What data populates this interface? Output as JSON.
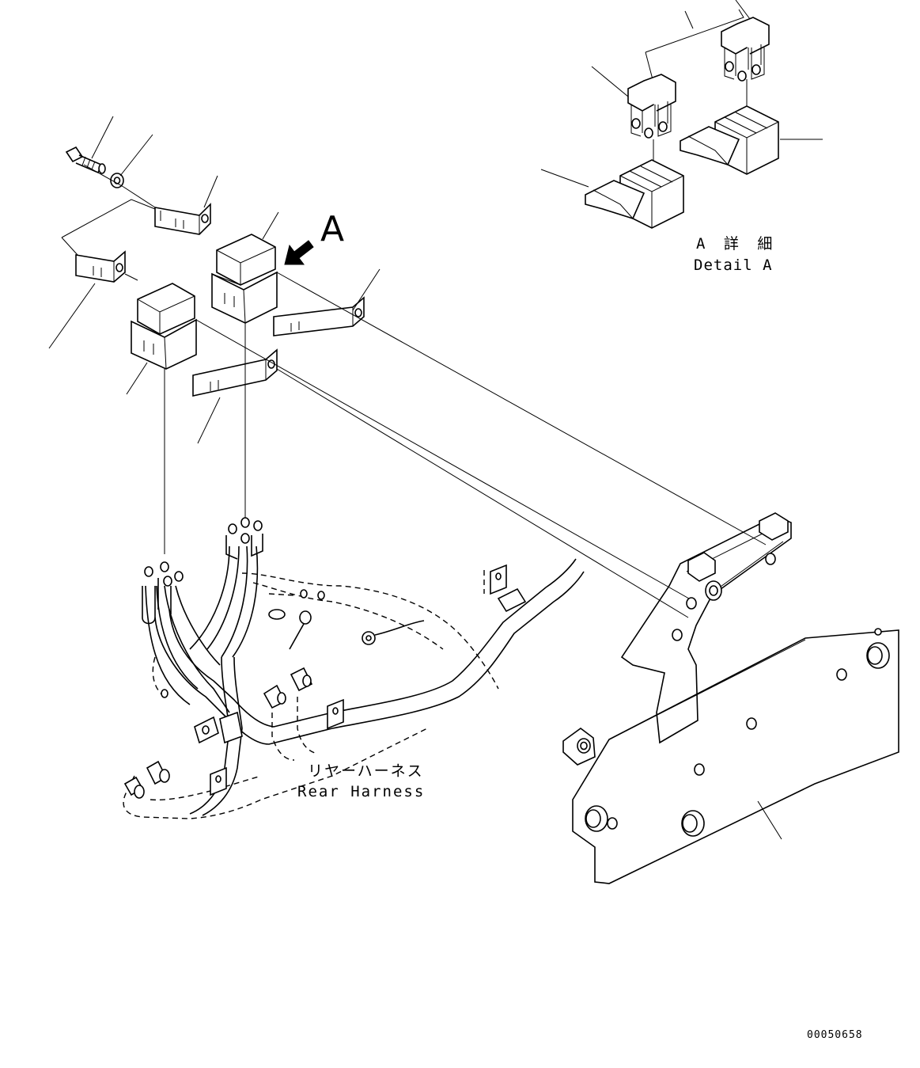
{
  "labels": {
    "view_letter": "A",
    "detail_jp": "A 詳 細",
    "detail_en": "Detail A",
    "harness_jp": "リヤーハーネス",
    "harness_en": "Rear Harness",
    "drawing_number": "00050658"
  },
  "icons": {
    "view_arrow": "arrow-pointing-down-left-icon"
  }
}
